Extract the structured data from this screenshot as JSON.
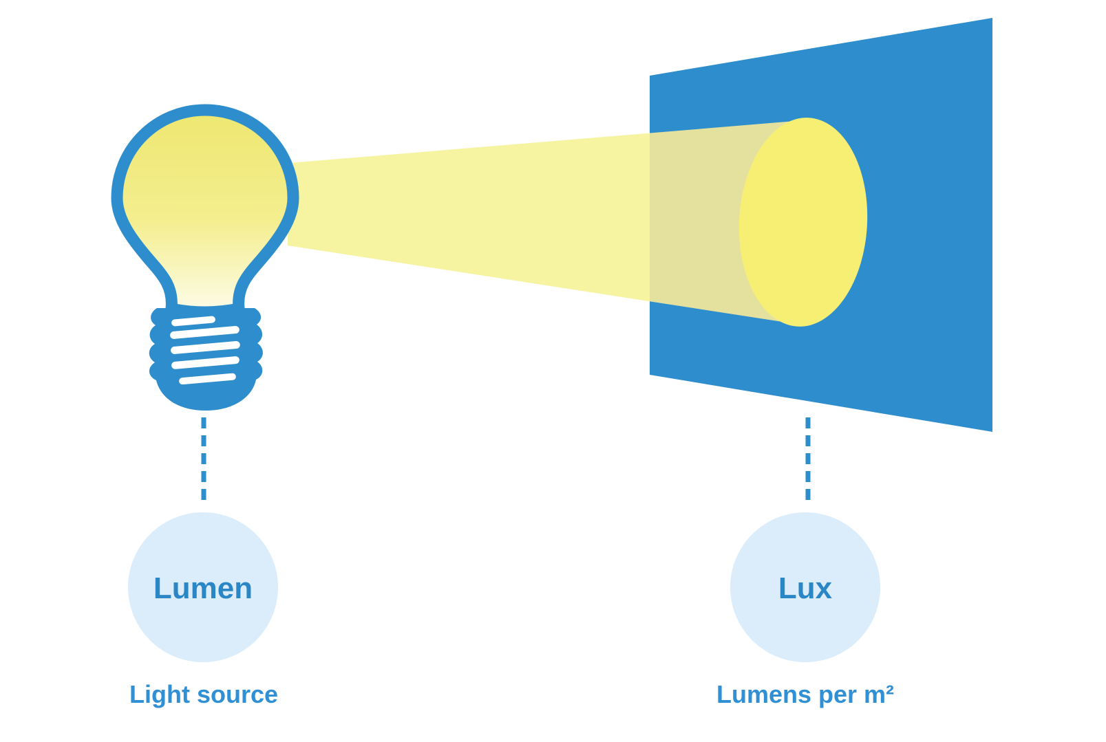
{
  "left_unit": {
    "term": "Lumen",
    "description": "Light source"
  },
  "right_unit": {
    "term": "Lux",
    "description": "Lumens per m²"
  },
  "colors": {
    "blue": "#2e8ecd",
    "beam_pale": "#f6f3a1",
    "beam_on_panel": "#e4e19e",
    "spot_yellow": "#f7ee74",
    "bubble_bg": "#dbedfa",
    "term_text": "#2b86c6",
    "desc_text": "#3190d4"
  }
}
